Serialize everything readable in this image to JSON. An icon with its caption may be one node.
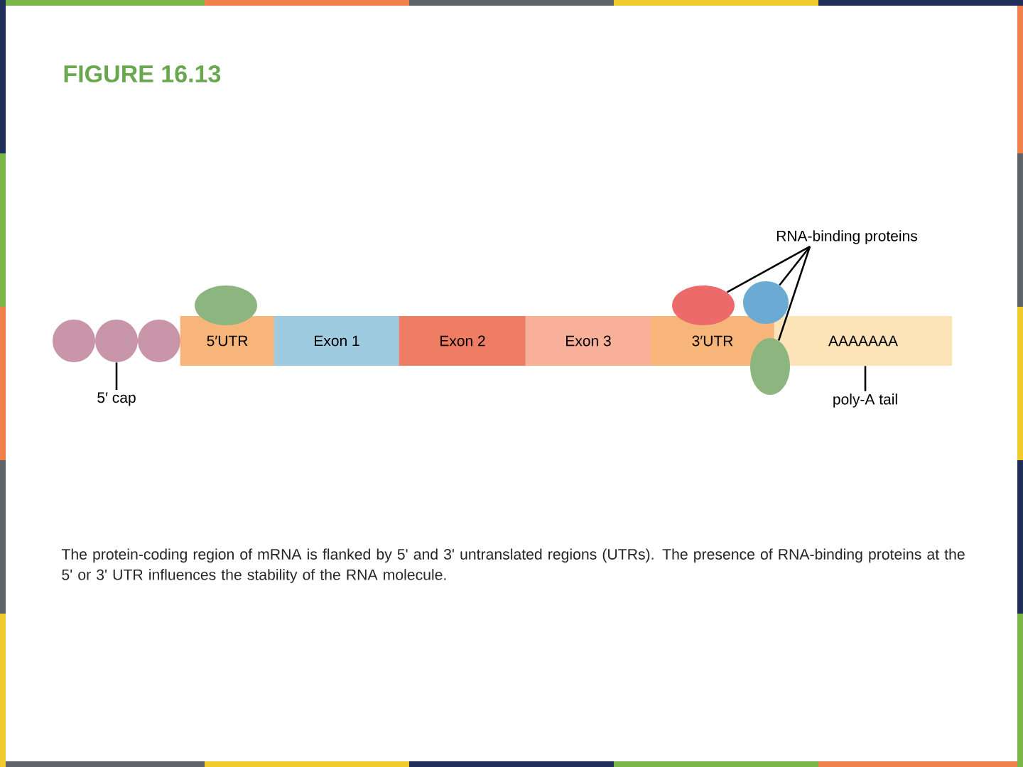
{
  "diagram": {
    "title": "FIGURE 16.13",
    "caption": "The protein-coding region of mRNA is flanked by 5' and 3' untranslated regions (UTRs). The presence of RNA-binding proteins at the 5' or 3' UTR influences the stability of the RNA molecule.",
    "nodes": [
      {
        "text": [],
        "shape": "circle"
      },
      {
        "text": [],
        "shape": "circle"
      },
      {
        "text": [],
        "shape": "circle"
      },
      {
        "text": [
          "5′ cap"
        ]
      },
      {
        "text": [
          "5′UTR"
        ]
      },
      {
        "text": [
          "Exon 1"
        ]
      },
      {
        "text": [
          "Exon 2"
        ]
      },
      {
        "text": [
          "Exon 3"
        ]
      },
      {
        "text": [
          "3′UTR"
        ]
      },
      {
        "text": [
          "AAAAAAA"
        ]
      },
      {
        "text": [],
        "shape": "oval"
      },
      {
        "text": [],
        "shape": "oval"
      },
      {
        "text": [],
        "shape": "oval"
      },
      {
        "text": [],
        "shape": "oval"
      },
      {
        "text": [
          "RNA-binding proteins"
        ]
      },
      {
        "text": [
          "poly-A tail"
        ]
      }
    ],
    "edges": [
      {
        "from": 3,
        "to": 1,
        "arrow": "none"
      },
      {
        "from": 14,
        "to": 11,
        "arrow": "none"
      },
      {
        "from": 14,
        "to": 12,
        "arrow": "none"
      },
      {
        "from": 14,
        "to": 13,
        "arrow": "none"
      },
      {
        "from": 15,
        "to": 9,
        "arrow": "none"
      }
    ]
  }
}
